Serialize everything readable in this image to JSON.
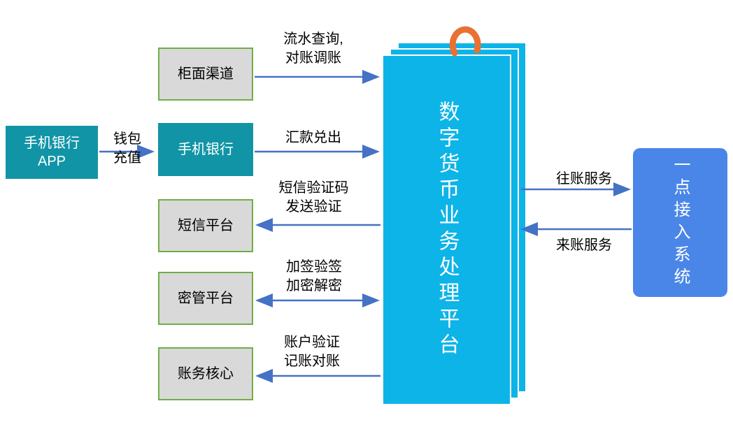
{
  "app_box": {
    "label": "手机银行\nAPP"
  },
  "boxes": {
    "counter": "柜面渠道",
    "mobile": "手机银行",
    "sms": "短信平台",
    "key": "密管平台",
    "accounting": "账务核心"
  },
  "platform": {
    "label": "数字货币业务处理平台"
  },
  "access_system": {
    "label": "一点接入系统"
  },
  "flow_labels": {
    "wallet": "钱包\n充值",
    "counter": "流水查询,\n对账调账",
    "remit": "汇款兑出",
    "sms": "短信验证码\n发送验证",
    "crypto": "加签验签\n加密解密",
    "accounting": "账户验证\n记账对账",
    "outgoing": "往账服务",
    "incoming": "来账服务"
  },
  "colors": {
    "teal": "#1195A6",
    "gray_fill": "#D9D9D9",
    "green_border": "#70AD47",
    "platform_cyan": "#0DB4E8",
    "access_blue": "#4A86E8",
    "arrow_blue": "#4472C4",
    "clip_orange": "#E97132"
  }
}
